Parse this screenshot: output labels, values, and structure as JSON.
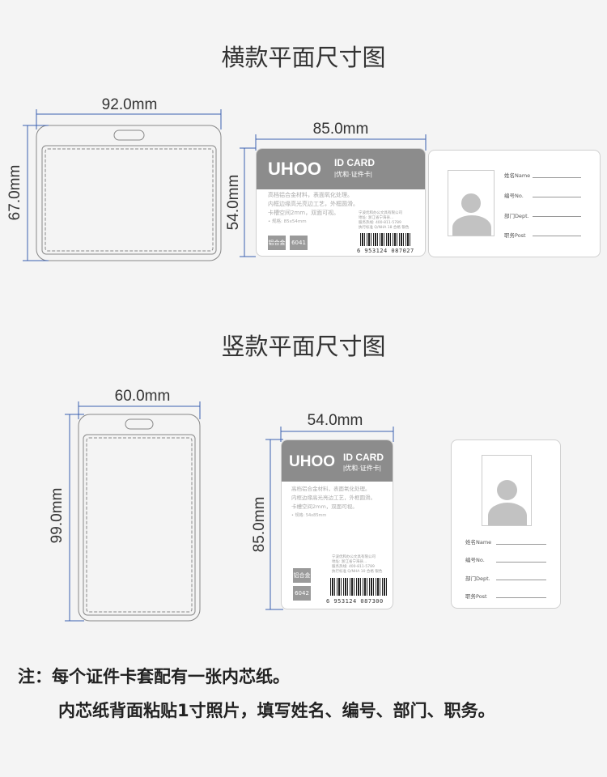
{
  "horizontal": {
    "title": "横款平面尺寸图",
    "holder_width": "92.0mm",
    "holder_height": "67.0mm",
    "card_width": "85.0mm",
    "card_height": "54.0mm",
    "card": {
      "logo": "UHOO",
      "id_card": "ID CARD",
      "sub": "|优和·证件卡|",
      "desc": [
        "高档铝合金材料，表面氧化处理。",
        "内框边缘高光亮边工艺，外框圆滑。",
        "卡槽空间2mm，双面可视。"
      ],
      "spec": "• 规格: 85x54mm",
      "company": [
        "宁波优和办公文具有限公司",
        "地址: 浙江省宁海县...",
        "服务热线: 400-811-5789",
        "执行标准 Q/NHA 18 合格 银色"
      ],
      "material": "铝合金",
      "model": "6041",
      "barcode": "6 953124 087027"
    }
  },
  "vertical": {
    "title": "竖款平面尺寸图",
    "holder_width": "60.0mm",
    "holder_height": "99.0mm",
    "card_width": "54.0mm",
    "card_height": "85.0mm",
    "card": {
      "logo": "UHOO",
      "id_card": "ID CARD",
      "sub": "|优和·证件卡|",
      "desc": [
        "高档铝合金材料，表面氧化处理。",
        "内框边缘高光亮边工艺，外框圆滑。",
        "卡槽空间2mm，双面可视。"
      ],
      "spec": "• 规格: 54x85mm",
      "company": [
        "宁波优和办公文具有限公司",
        "地址: 浙江省宁海县...",
        "服务热线: 400-811-5789",
        "执行标准 Q/NHA 10 合格 银色"
      ],
      "material": "铝合金",
      "model": "6042",
      "barcode": "6 953124 087300"
    }
  },
  "insert_fields": [
    "姓名Name",
    "编号No.",
    "部门Dept.",
    "职务Post"
  ],
  "notes": [
    "注：每个证件卡套配有一张内芯纸。",
    "内芯纸背面粘贴1寸照片，填写姓名、编号、部门、职务。"
  ]
}
